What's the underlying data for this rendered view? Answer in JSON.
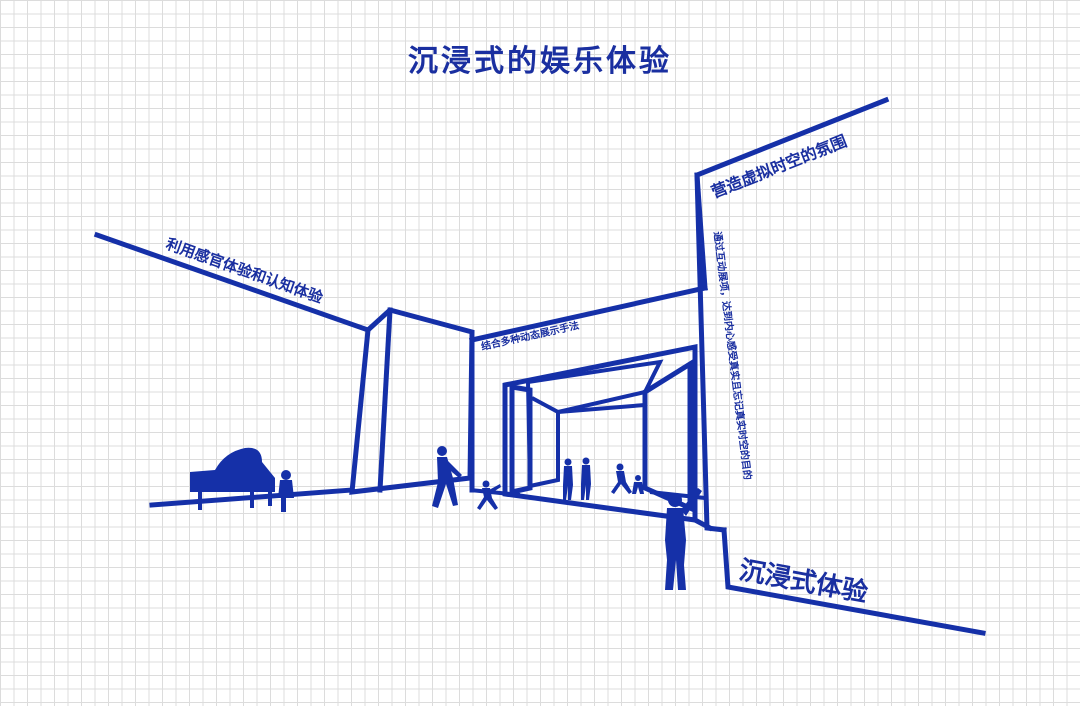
{
  "title": "沉浸式的娱乐体验",
  "labels": {
    "sensory": "利用感官体验和认知体验",
    "dynamic": "结合多种动态展示手法",
    "atmosphere": "营造虚拟时空的氛围",
    "interactive": "通过互动展项，达到内心感受真实且忘记真实时空的目的",
    "immersive": "沉浸式体验"
  },
  "colors": {
    "accent": "#1530a8",
    "grid": "#dcdcdc",
    "background": "#ffffff"
  },
  "icons": [
    "grand-piano-icon",
    "pianist-icon",
    "walking-person-icon",
    "dancer-icon",
    "standing-person-icon",
    "pointing-person-icon"
  ]
}
